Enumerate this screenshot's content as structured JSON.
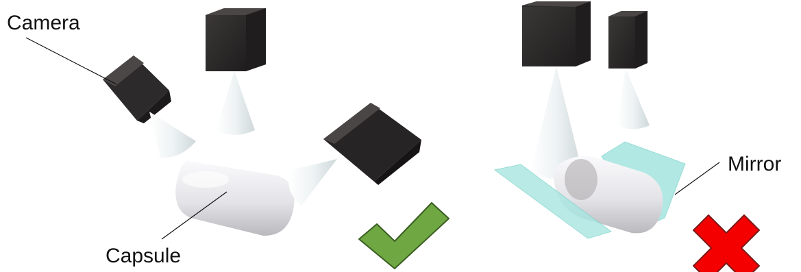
{
  "labels": {
    "camera": "Camera",
    "capsule": "Capsule",
    "mirror": "Mirror"
  },
  "colors": {
    "camera_body": "#2b2929",
    "camera_body_light": "#3e3b3b",
    "camera_body_top": "#5a5656",
    "cone": "#eef2f3",
    "capsule": "#e8e8ec",
    "mirror": "#9ee3dd",
    "check": "#6fa842",
    "check_outline": "#3a5d22",
    "cross": "#f40000",
    "cross_outline": "#7d1a1a"
  },
  "icons": {
    "valid": "checkmark-icon",
    "invalid": "cross-icon"
  }
}
